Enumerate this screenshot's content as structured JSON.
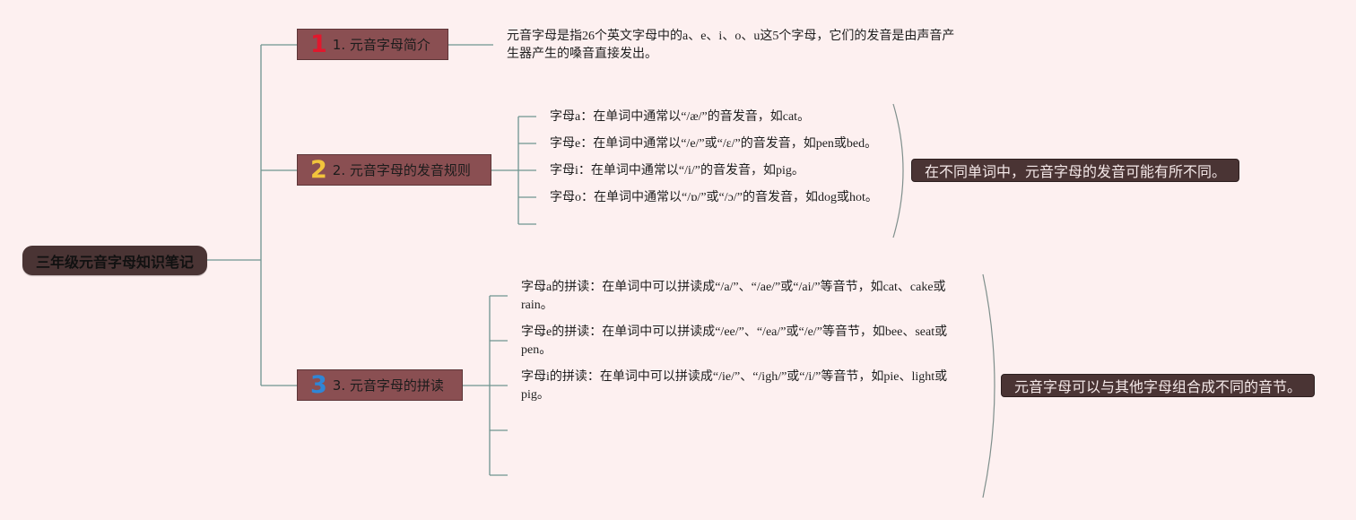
{
  "root": {
    "title": "三年级元音字母知识笔记"
  },
  "branches": [
    {
      "num": "1",
      "num_color": "#e0182d",
      "label": "1. 元音字母简介",
      "leaves": [
        "元音字母是指26个英文字母中的a、e、i、o、u这5个字母，它们的发音是由声音产生器产生的嗓音直接发出。"
      ]
    },
    {
      "num": "2",
      "num_color": "#f2c43c",
      "label": "2. 元音字母的发音规则",
      "leaves": [
        "字母a：在单词中通常以“/æ/”的音发音，如cat。",
        "字母e：在单词中通常以“/e/”或“/ɛ/”的音发音，如pen或bed。",
        "字母i：在单词中通常以“/i/”的音发音，如pig。",
        "字母o：在单词中通常以“/ɒ/”或“/ɔ/”的音发音，如dog或hot。"
      ],
      "summary": "在不同单词中，元音字母的发音可能有所不同。"
    },
    {
      "num": "3",
      "num_color": "#2f86d6",
      "label": "3. 元音字母的拼读",
      "leaves": [
        "字母a的拼读：在单词中可以拼读成“/a/”、“/ae/”或“/ai/”等音节，如cat、cake或rain。",
        "字母e的拼读：在单词中可以拼读成“/ee/”、“/ea/”或“/e/”等音节，如bee、seat或pen。",
        "字母i的拼读：在单词中可以拼读成“/ie/”、“/igh/”或“/i/”等音节，如pie、light或pig。"
      ],
      "summary": "元音字母可以与其他字母组合成不同的音节。"
    }
  ],
  "colors": {
    "connector": "#6f9590",
    "bracket": "#7f8f8c"
  }
}
